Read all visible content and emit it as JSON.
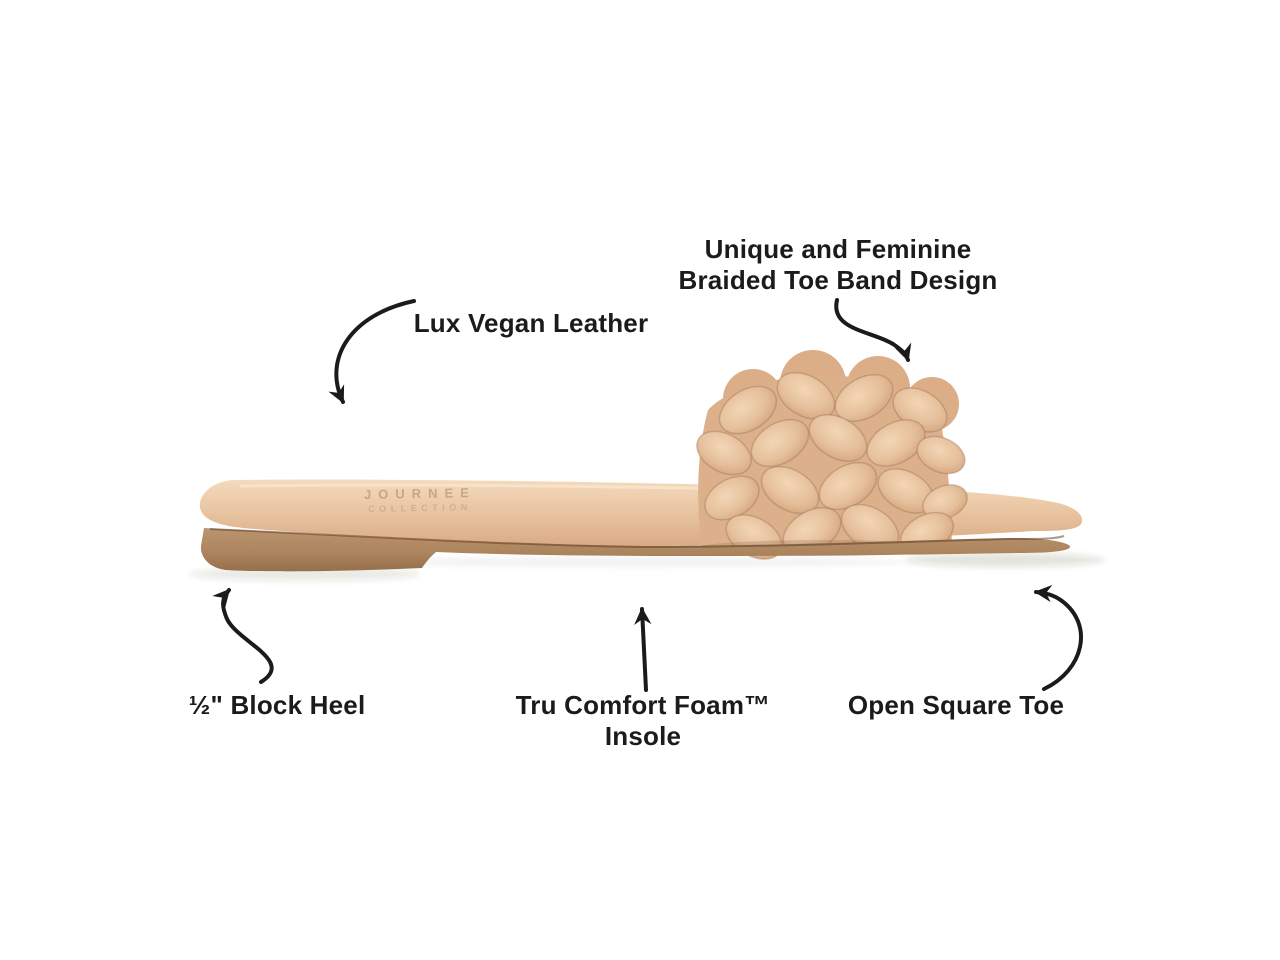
{
  "product": {
    "insole_branding": {
      "line1": "JOURNEE",
      "line2": "COLLECTION"
    }
  },
  "callouts": {
    "lux": {
      "label": "Lux Vegan Leather"
    },
    "braided": {
      "line1": "Unique and Feminine",
      "line2": "Braided Toe Band Design"
    },
    "heel": {
      "label": "½\" Block Heel"
    },
    "foam": {
      "line1": "Tru Comfort Foam™",
      "line2": "Insole"
    },
    "toe": {
      "label": "Open Square Toe"
    }
  },
  "colors": {
    "background": "#ffffff",
    "text": "#1b1b1b",
    "arrow": "#1b1b1b",
    "insole": "#eac6a3",
    "outsole": "#ab835c",
    "braid": "#dcb08b"
  }
}
